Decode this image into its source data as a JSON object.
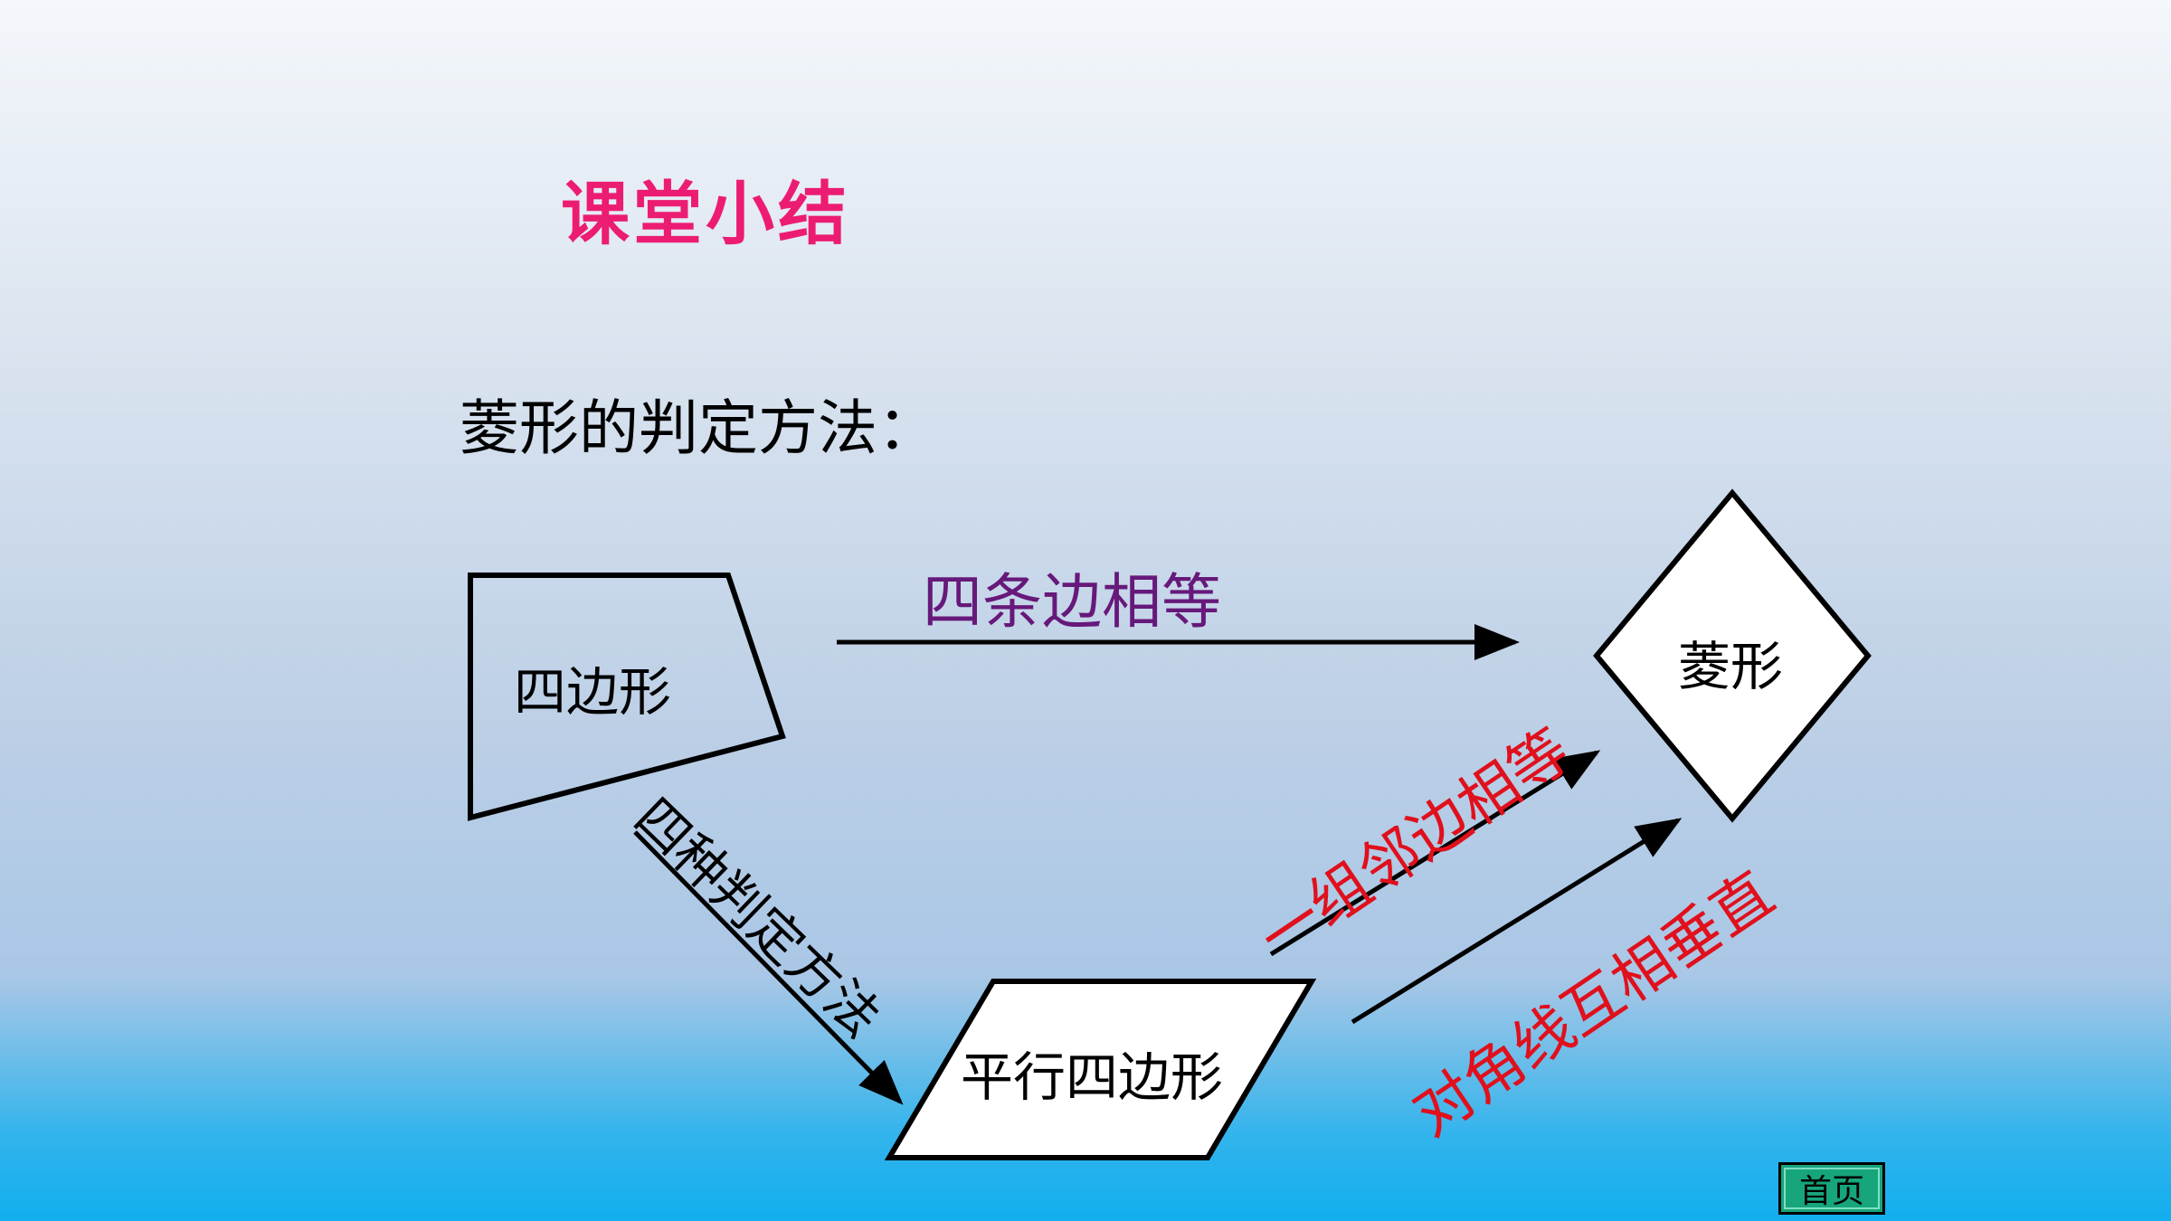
{
  "slide": {
    "title": "课堂小结",
    "subtitle": "菱形的判定方法："
  },
  "shapes": {
    "quadrilateral": "四边形",
    "parallelogram": "平行四边形",
    "rhombus": "菱形"
  },
  "arrows": {
    "four_sides_equal": "四条边相等",
    "four_methods": "四种判定方法",
    "adjacent_sides_equal": "一组邻边相等",
    "diagonals_perpendicular": "对角线互相垂直"
  },
  "nav": {
    "home_label": "首页"
  },
  "colors": {
    "title": "#ec1c73",
    "four_sides_label": "#66197a",
    "condition_labels": "#e0101c"
  }
}
